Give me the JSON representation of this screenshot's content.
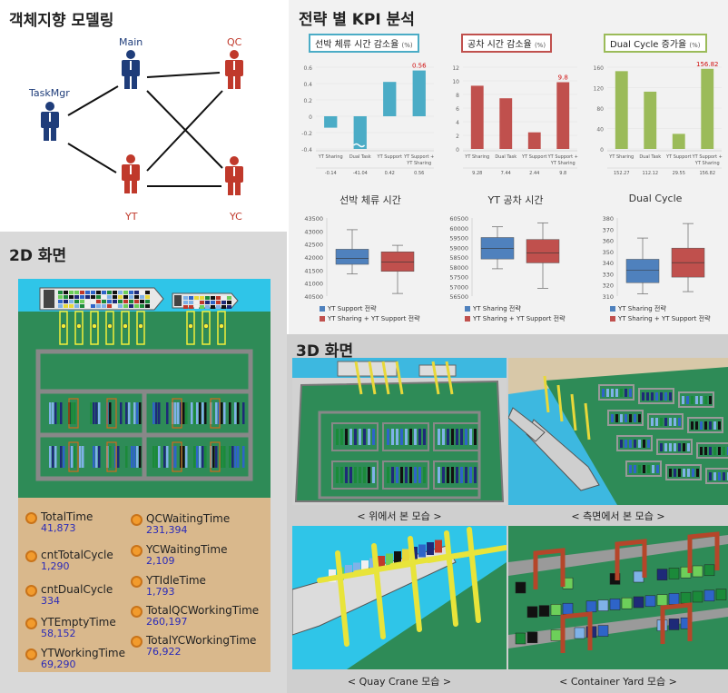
{
  "model": {
    "title": "객체지향 모델링",
    "actors": [
      {
        "id": "main",
        "label": "Main",
        "color": "#1f3d7a"
      },
      {
        "id": "qc",
        "label": "QC",
        "color": "#c0392b"
      },
      {
        "id": "taskmgr",
        "label": "TaskMgr",
        "color": "#1f3d7a"
      },
      {
        "id": "yt",
        "label": "YT",
        "color": "#c0392b"
      },
      {
        "id": "yc",
        "label": "YC",
        "color": "#c0392b"
      }
    ]
  },
  "kpi": {
    "title": "전략 별 KPI 분석",
    "unit": "(%)",
    "charts": [
      {
        "title": "선박 체류 시간 감소율",
        "border": "#4bacc6",
        "color": "#4bacc6",
        "categories": [
          "YT Sharing",
          "Dual Task",
          "YT Support",
          "YT Support + YT Sharing"
        ],
        "values": [
          -0.14,
          -41.04,
          0.42,
          0.56
        ],
        "table_values": [
          "-0.14",
          "-41.04",
          "0.42",
          "0.56"
        ],
        "top_label": "0.56",
        "yticks": [
          "0.6",
          "0.4",
          "0.2",
          "0",
          "-0.2",
          "-0.4"
        ]
      },
      {
        "title": "공차 시간 감소율",
        "border": "#c0504d",
        "color": "#c0504d",
        "categories": [
          "YT Sharing",
          "Dual Task",
          "YT Support",
          "YT Support + YT Sharing"
        ],
        "values": [
          9.28,
          7.44,
          2.44,
          9.8
        ],
        "table_values": [
          "9.28",
          "7.44",
          "2.44",
          "9.8"
        ],
        "top_label": "9.8",
        "yticks": [
          "12",
          "10",
          "8",
          "6",
          "4",
          "2",
          "0"
        ]
      },
      {
        "title": "Dual Cycle 증가율",
        "border": "#9bbb59",
        "color": "#9bbb59",
        "categories": [
          "YT Sharing",
          "Dual Task",
          "YT Support",
          "YT Support + YT Sharing"
        ],
        "values": [
          152.27,
          112.12,
          29.55,
          156.82
        ],
        "table_values": [
          "152.27",
          "112.12",
          "29.55",
          "156.82"
        ],
        "top_label": "156.82",
        "yticks": [
          "160",
          "120",
          "80",
          "40",
          "0"
        ]
      }
    ],
    "boxplots": [
      {
        "title": "선박 체류 시간",
        "yticks": [
          "43500",
          "43000",
          "42500",
          "42000",
          "41500",
          "41000",
          "40500"
        ],
        "ymin": 40500,
        "ymax": 43500,
        "boxes": [
          {
            "color": "#4f81bd",
            "min": 41350,
            "q1": 41720,
            "median": 41950,
            "q3": 42300,
            "max": 43050
          },
          {
            "color": "#c0504d",
            "min": 40600,
            "q1": 41450,
            "median": 41800,
            "q3": 42200,
            "max": 42450
          }
        ],
        "legend": [
          "YT Support 전략",
          "YT Sharing + YT Support 전략"
        ]
      },
      {
        "title": "YT 공차 시간",
        "yticks": [
          "60500",
          "60000",
          "59500",
          "59000",
          "58500",
          "58000",
          "57500",
          "57000",
          "56500"
        ],
        "ymin": 56500,
        "ymax": 60500,
        "boxes": [
          {
            "color": "#4f81bd",
            "min": 57900,
            "q1": 58400,
            "median": 58950,
            "q3": 59500,
            "max": 60050
          },
          {
            "color": "#c0504d",
            "min": 56900,
            "q1": 58200,
            "median": 58700,
            "q3": 59400,
            "max": 60250
          }
        ],
        "legend": [
          "YT Sharing 전략",
          "YT Sharing + YT Support 전략"
        ]
      },
      {
        "title": "Dual Cycle",
        "yticks": [
          "380",
          "370",
          "360",
          "350",
          "340",
          "330",
          "320",
          "310"
        ],
        "ymin": 310,
        "ymax": 380,
        "boxes": [
          {
            "color": "#4f81bd",
            "min": 312,
            "q1": 322,
            "median": 333,
            "q3": 343,
            "max": 362
          },
          {
            "color": "#c0504d",
            "min": 314,
            "q1": 327,
            "median": 340,
            "q3": 353,
            "max": 375
          }
        ],
        "legend": [
          "YT Sharing 전략",
          "YT Sharing + YT Support 전략"
        ]
      }
    ]
  },
  "screen2d": {
    "title": "2D 화면",
    "stats": [
      {
        "label": "TotalTime",
        "value": "41,873"
      },
      {
        "label": "cntTotalCycle",
        "value": "1,290"
      },
      {
        "label": "cntDualCycle",
        "value": "334"
      },
      {
        "label": "YTEmptyTime",
        "value": "58,152"
      },
      {
        "label": "YTWorkingTime",
        "value": "69,290"
      },
      {
        "label": "QCWaitingTime",
        "value": "231,394"
      },
      {
        "label": "YCWaitingTime",
        "value": "2,109"
      },
      {
        "label": "YTIdleTime",
        "value": "1,793"
      },
      {
        "label": "TotalQCWorkingTime",
        "value": "260,197"
      },
      {
        "label": "TotalYCWorkingTime",
        "value": "76,922"
      }
    ]
  },
  "screen3d": {
    "title": "3D 화면",
    "captions": [
      "< 위에서 본 모습 >",
      "< 측면에서 본 모습 >",
      "< Quay Crane 모습 >",
      "< Container Yard 모습 >"
    ]
  }
}
